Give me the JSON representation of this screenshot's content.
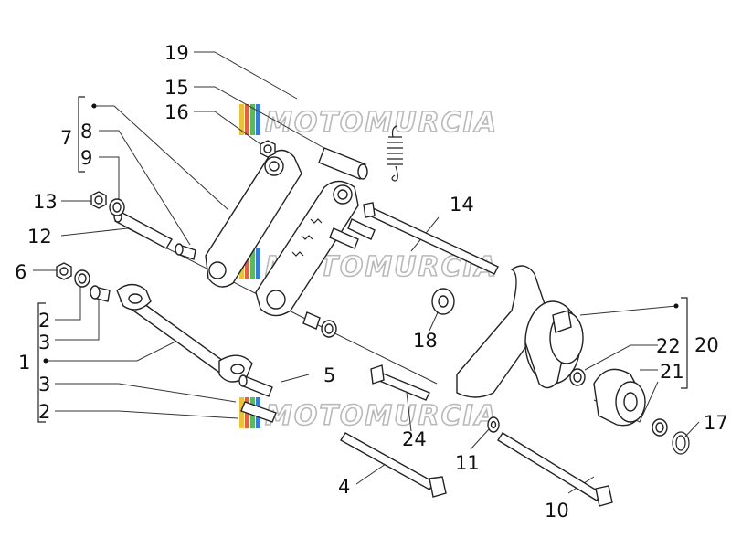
{
  "watermark": {
    "text": "MOTOMURCIA",
    "stripe_colors": [
      "#e8c23a",
      "#e0604a",
      "#5cb85c",
      "#3a7bd5"
    ]
  },
  "callouts": {
    "c1": "1",
    "c2a": "2",
    "c2b": "2",
    "c3a": "3",
    "c3b": "3",
    "c4": "4",
    "c5": "5",
    "c6": "6",
    "c7": "7",
    "c8": "8",
    "c9": "9",
    "c10": "10",
    "c11": "11",
    "c12": "12",
    "c13": "13",
    "c14": "14",
    "c15": "15",
    "c16": "16",
    "c17": "17",
    "c18": "18",
    "c19": "19",
    "c20": "20",
    "c21": "21",
    "c22": "22",
    "c24": "24"
  }
}
